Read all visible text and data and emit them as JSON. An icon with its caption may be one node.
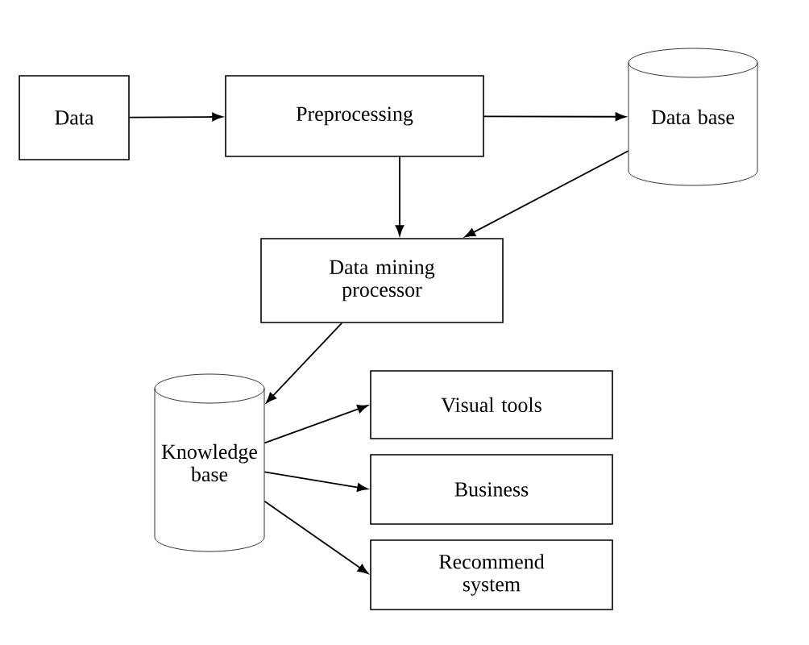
{
  "diagram": {
    "nodes": [
      {
        "text": [
          "Data"
        ]
      },
      {
        "text": [
          "Preprocessing"
        ]
      },
      {
        "text": [
          "Data base"
        ]
      },
      {
        "text": [
          "Data mining processor"
        ]
      },
      {
        "text": [
          "Knowledge base"
        ]
      },
      {
        "text": [
          "Visual tools"
        ]
      },
      {
        "text": [
          "Business"
        ]
      },
      {
        "text": [
          "Recommend system"
        ]
      }
    ],
    "edges": [
      {
        "from": 0,
        "to": 1,
        "arrow": "to"
      },
      {
        "from": 1,
        "to": 2,
        "arrow": "to"
      },
      {
        "from": 1,
        "to": 3,
        "arrow": "to"
      },
      {
        "from": 2,
        "to": 3,
        "arrow": "to"
      },
      {
        "from": 3,
        "to": 4,
        "arrow": "to"
      },
      {
        "from": 4,
        "to": 5,
        "arrow": "to"
      },
      {
        "from": 4,
        "to": 6,
        "arrow": "to"
      },
      {
        "from": 4,
        "to": 7,
        "arrow": "to"
      }
    ]
  }
}
